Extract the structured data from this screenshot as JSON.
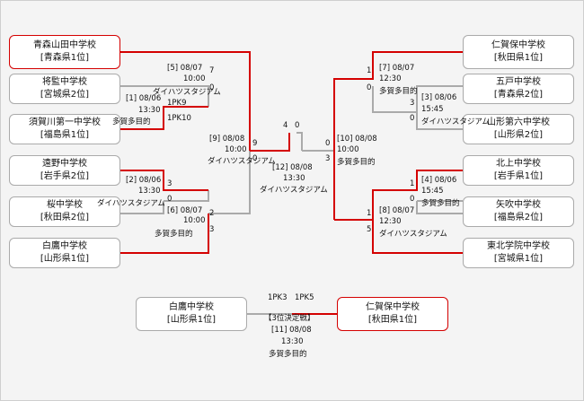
{
  "teams": {
    "l1": {
      "name": "青森山田中学校",
      "pref": "[青森県1位]"
    },
    "l2": {
      "name": "将監中学校",
      "pref": "[宮城県2位]"
    },
    "l3": {
      "name": "須賀川第一中学校",
      "pref": "[福島県1位]"
    },
    "l4": {
      "name": "遠野中学校",
      "pref": "[岩手県2位]"
    },
    "l5": {
      "name": "桜中学校",
      "pref": "[秋田県2位]"
    },
    "l6": {
      "name": "白鷹中学校",
      "pref": "[山形県1位]"
    },
    "r1": {
      "name": "仁賀保中学校",
      "pref": "[秋田県1位]"
    },
    "r2": {
      "name": "五戸中学校",
      "pref": "[青森県2位]"
    },
    "r3": {
      "name": "山形第六中学校",
      "pref": "[山形県2位]"
    },
    "r4": {
      "name": "北上中学校",
      "pref": "[岩手県1位]"
    },
    "r5": {
      "name": "矢吹中学校",
      "pref": "[福島県2位]"
    },
    "r6": {
      "name": "東北学院中学校",
      "pref": "[宮城県1位]"
    },
    "b1": {
      "name": "白鷹中学校",
      "pref": "[山形県1位]"
    },
    "b2": {
      "name": "仁賀保中学校",
      "pref": "[秋田県1位]"
    }
  },
  "matches": {
    "m1": {
      "label": "[1] 08/06",
      "time": "13:30",
      "venue": "多賀多目的",
      "s1": "1PK9",
      "s2": "1PK10"
    },
    "m2": {
      "label": "[2] 08/06",
      "time": "13:30",
      "venue": "ダイハツスタジアム",
      "s1": "3",
      "s2": "0"
    },
    "m3": {
      "label": "[3] 08/06",
      "time": "15:45",
      "venue": "ダイハツスタジアム",
      "s1": "3",
      "s2": "0"
    },
    "m4": {
      "label": "[4] 08/06",
      "time": "15:45",
      "venue": "多賀多目的",
      "s1": "1",
      "s2": "0"
    },
    "m5": {
      "label": "[5] 08/07",
      "time": "10:00",
      "venue": "ダイハツスタジアム",
      "s1": "7",
      "s2": "0"
    },
    "m6": {
      "label": "[6] 08/07",
      "time": "10:00",
      "venue": "多賀多目的",
      "s1": "2",
      "s2": "3"
    },
    "m7": {
      "label": "[7] 08/07",
      "time": "12:30",
      "venue": "多賀多目的",
      "s1": "1",
      "s2": "0"
    },
    "m8": {
      "label": "[8] 08/07",
      "time": "12:30",
      "venue": "ダイハツスタジアム",
      "s1": "1",
      "s2": "5"
    },
    "m9": {
      "label": "[9] 08/08",
      "time": "10:00",
      "venue": "ダイハツスタジアム",
      "s1": "9",
      "s2": "0"
    },
    "m10": {
      "label": "[10] 08/08",
      "time": "10:00",
      "venue": "多賀多目的",
      "s1": "0",
      "s2": "3"
    },
    "m11": {
      "label": "[11] 08/08",
      "time": "13:30",
      "venue": "多賀多目的",
      "title": "【3位決定戦】",
      "s1": "1PK3",
      "s2": "1PK5"
    },
    "m12": {
      "label": "[12] 08/08",
      "time": "13:30",
      "venue": "ダイハツスタジアム",
      "s1": "4",
      "s2": "0"
    }
  },
  "colors": {
    "win": "#d40000",
    "line": "#aaaaaa"
  }
}
